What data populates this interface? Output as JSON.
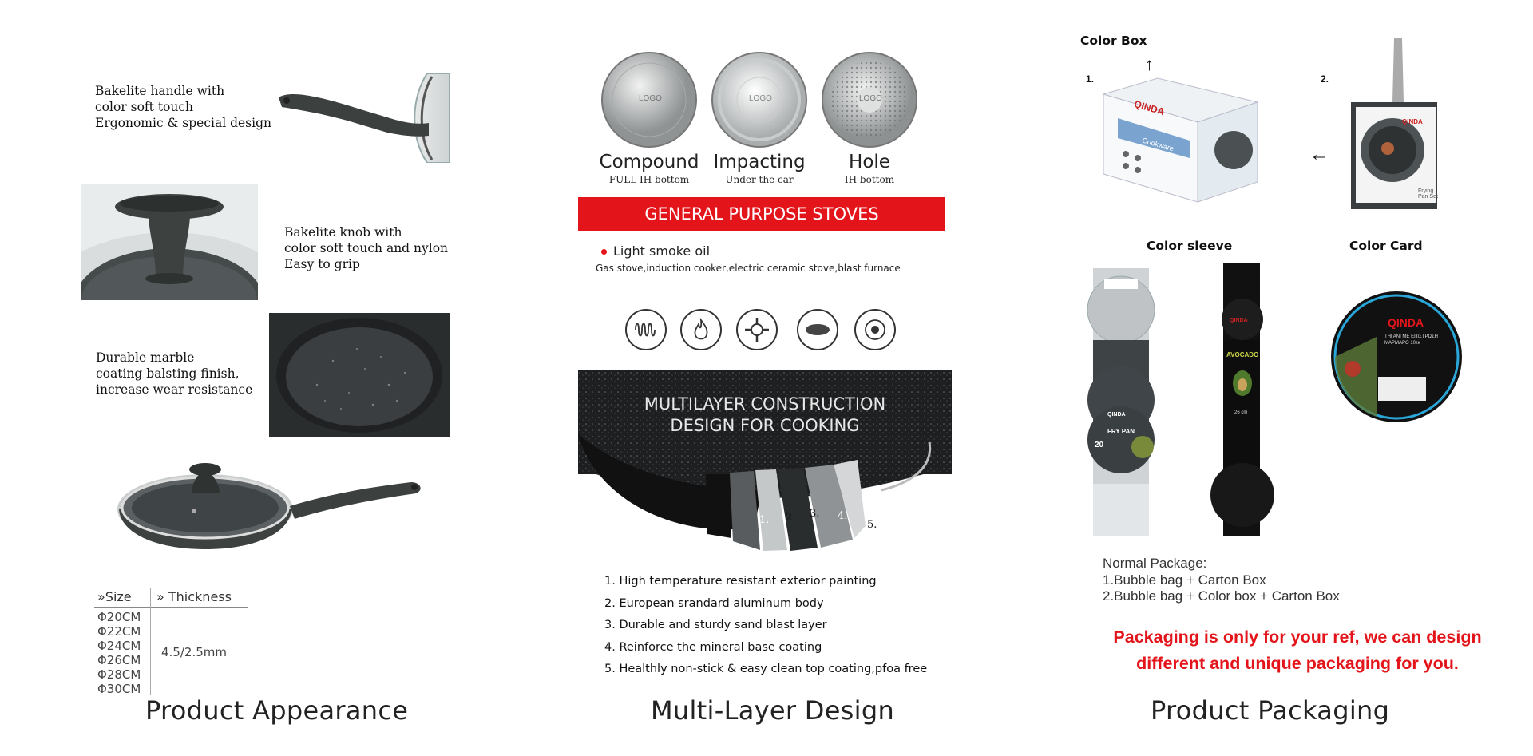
{
  "appearance": {
    "title": "Product Appearance",
    "notes": [
      {
        "lines": [
          "Bakelite handle with",
          "color soft touch",
          "Ergonomic & special design"
        ]
      },
      {
        "lines": [
          "Bakelite knob with",
          "color soft touch and nylon",
          "Easy to grip"
        ]
      },
      {
        "lines": [
          "Durable marble",
          "coating balsting finish,",
          "increase wear resistance"
        ]
      }
    ],
    "size_table": {
      "size_header": "»Size",
      "thickness_header": "» Thickness",
      "sizes": [
        "Φ20CM",
        "Φ22CM",
        "Φ24CM",
        "Φ26CM",
        "Φ28CM",
        "Φ30CM"
      ],
      "thickness": "4.5/2.5mm"
    }
  },
  "multilayer": {
    "title": "Multi-Layer Design",
    "bottoms": [
      {
        "name": "Compound",
        "sub": "FULL IH bottom",
        "logo": "LOGO"
      },
      {
        "name": "Impacting",
        "sub": "Under the car",
        "logo": "LOGO"
      },
      {
        "name": "Hole",
        "sub": "IH bottom",
        "logo": "LOGO"
      }
    ],
    "banner": "GENERAL PURPOSE STOVES",
    "smoke_label": "Light smoke oil",
    "stoves_text": "Gas stove,induction cooker,electric ceramic stove,blast furnace",
    "stove_icons": [
      "induction-coil-icon",
      "flame-icon",
      "gas-burner-icon",
      "ceramic-plate-icon",
      "hob-icon"
    ],
    "construction_title_1": "MULTILAYER CONSTRUCTION",
    "construction_title_2": "DESIGN FOR COOKING",
    "layer_markers": [
      "1.",
      "2.",
      "3.",
      "4.",
      "5."
    ],
    "layers": [
      "1. High temperature resistant exterior painting",
      "2. European srandard aluminum body",
      "3. Durable and sturdy sand blast layer",
      "4. Reinforce the mineral base coating",
      "5. Healthly non-stick & easy clean top coating,pfoa free"
    ]
  },
  "packaging": {
    "title": "Product Packaging",
    "color_box_label": "Color Box",
    "color_sleeve_label": "Color sleeve",
    "color_card_label": "Color Card",
    "marker_1": "1.",
    "marker_2": "2.",
    "brand": "QINDA",
    "box_side_text": "Cookware",
    "sleeve_fry_pan": "FRY PAN",
    "sleeve_size": "20",
    "sleeve_avocado": "AVOCADO",
    "sleeve_cm": "26 cm",
    "card_text": "ΤΗΓΑΝΙ ΜΕ ΕΠΙΣΤΡΩΣΗ ΜΑΡΜΑΡΟ 10εκ",
    "box_right_text": "Frying Pan Set",
    "normal_label": "Normal Package:",
    "normal_lines": [
      "1.Bubble bag + Carton Box",
      "2.Bubble bag + Color box + Carton Box"
    ],
    "notice_lines": [
      "Packaging is only for your ref, we can design",
      "different and unique packaging for you."
    ]
  },
  "colors": {
    "pan_dark": "#3a3f3d",
    "red": "#e3151a"
  }
}
